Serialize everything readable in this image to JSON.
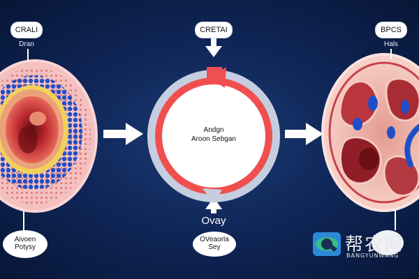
{
  "labels": {
    "left_title": "CRALI",
    "left_sub": "Dran",
    "center_title": "CRETAI",
    "right_title": "BPCS",
    "right_sub": "Hals",
    "left_bottom_line1": "Aivoen",
    "left_bottom_line2": "Potysy",
    "center_line1": "Andgn",
    "center_line2": "Aroon Sebgan",
    "ovay": "Ovay",
    "center_bottom_line1": "OVeaorla",
    "center_bottom_line2": "Sey"
  },
  "watermark": {
    "chars": "帮农网",
    "latin": "BANGYUNWANG"
  },
  "colors": {
    "background": "#10275a",
    "ring_outer": "#c5cee0",
    "ring_red": "#ef4f4f",
    "arrow": "#ffffff",
    "tissue_pink": "#f4c0c0",
    "cell_blue": "#1f4fc7",
    "tissue_red": "#b9262e"
  }
}
